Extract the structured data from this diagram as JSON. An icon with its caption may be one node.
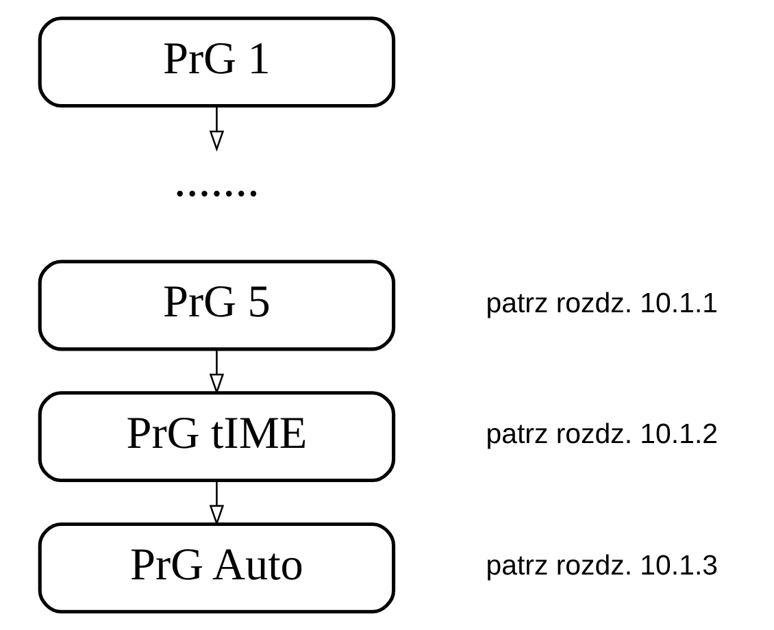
{
  "diagram": {
    "nodes": [
      {
        "text": [
          "PrG 1"
        ]
      },
      {
        "text": [
          "......."
        ]
      },
      {
        "text": [
          "PrG 5"
        ],
        "beside": [
          "patrz rozdz. 10.1.1"
        ]
      },
      {
        "text": [
          "PrG tIME"
        ],
        "beside": [
          "patrz rozdz. 10.1.2"
        ]
      },
      {
        "text": [
          "PrG Auto"
        ],
        "beside": [
          "patrz rozdz. 10.1.3"
        ]
      }
    ],
    "edges": [
      {
        "from": 0,
        "to": 1,
        "arrow": "to"
      },
      {
        "from": 2,
        "to": 3,
        "arrow": "to"
      },
      {
        "from": 3,
        "to": 4,
        "arrow": "to"
      }
    ]
  }
}
